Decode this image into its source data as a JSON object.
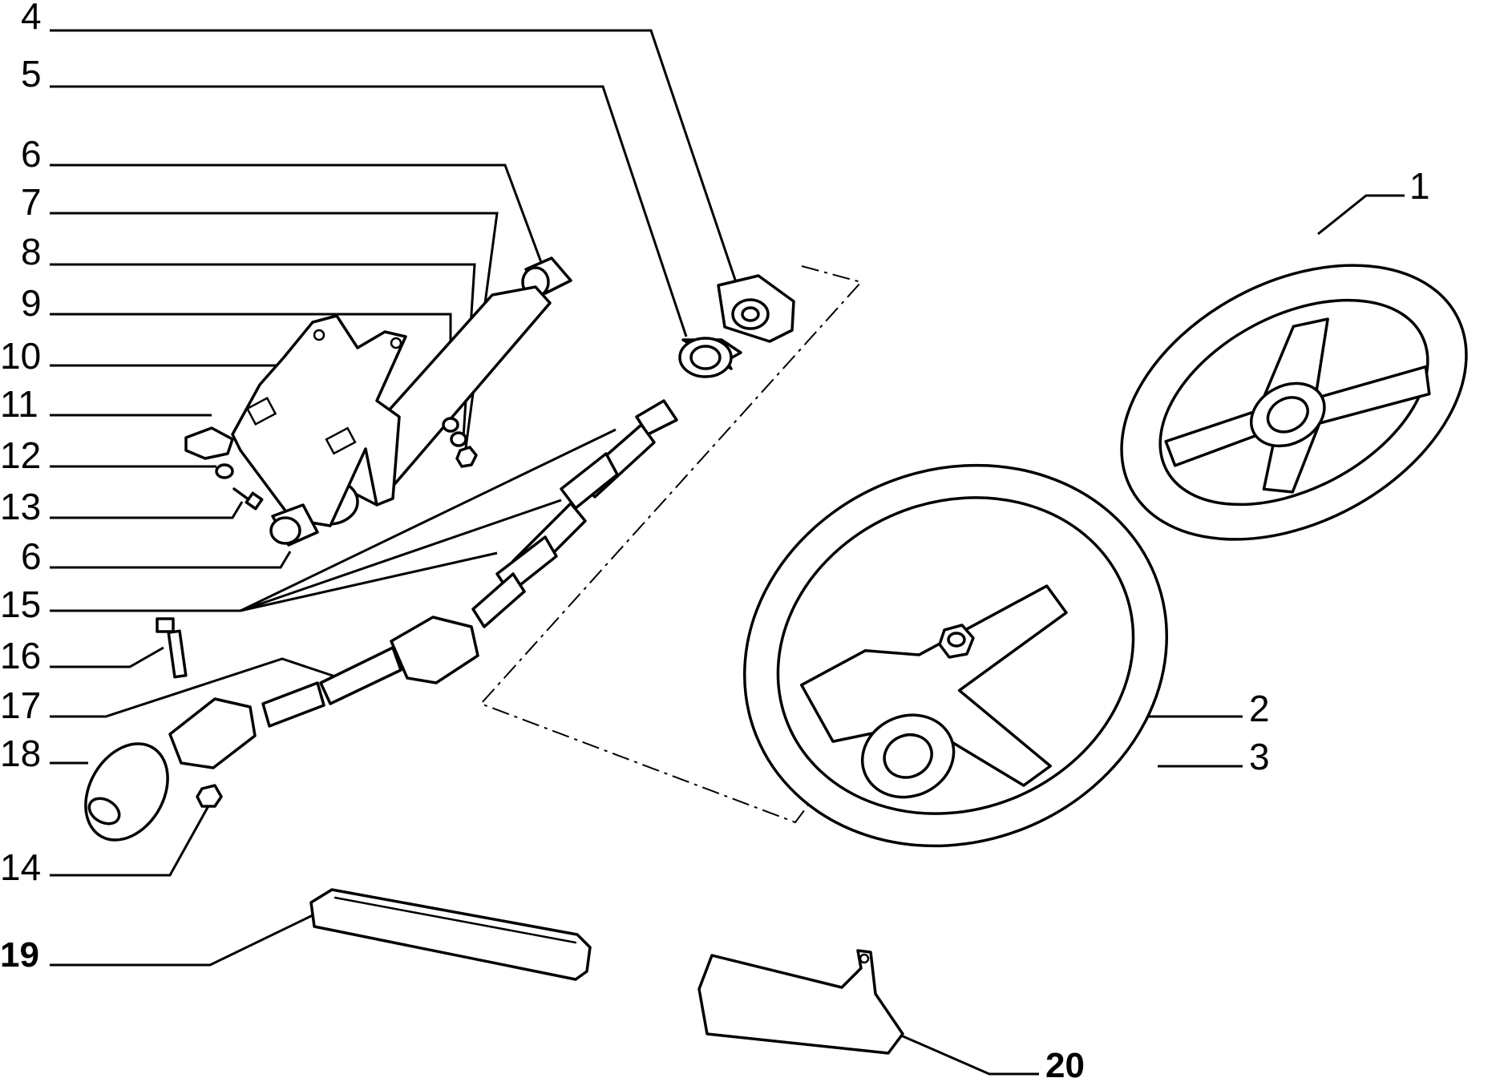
{
  "labels": {
    "l1": "1",
    "l2": "2",
    "l3": "3",
    "l4": "4",
    "l5": "5",
    "l6a": "6",
    "l6b": "6",
    "l7": "7",
    "l8": "8",
    "l9": "9",
    "l10": "10",
    "l11": "11",
    "l12": "12",
    "l13": "13",
    "l14": "14",
    "l15": "15",
    "l16": "16",
    "l17": "17",
    "l18": "18",
    "l19": "19",
    "l20": "20"
  }
}
